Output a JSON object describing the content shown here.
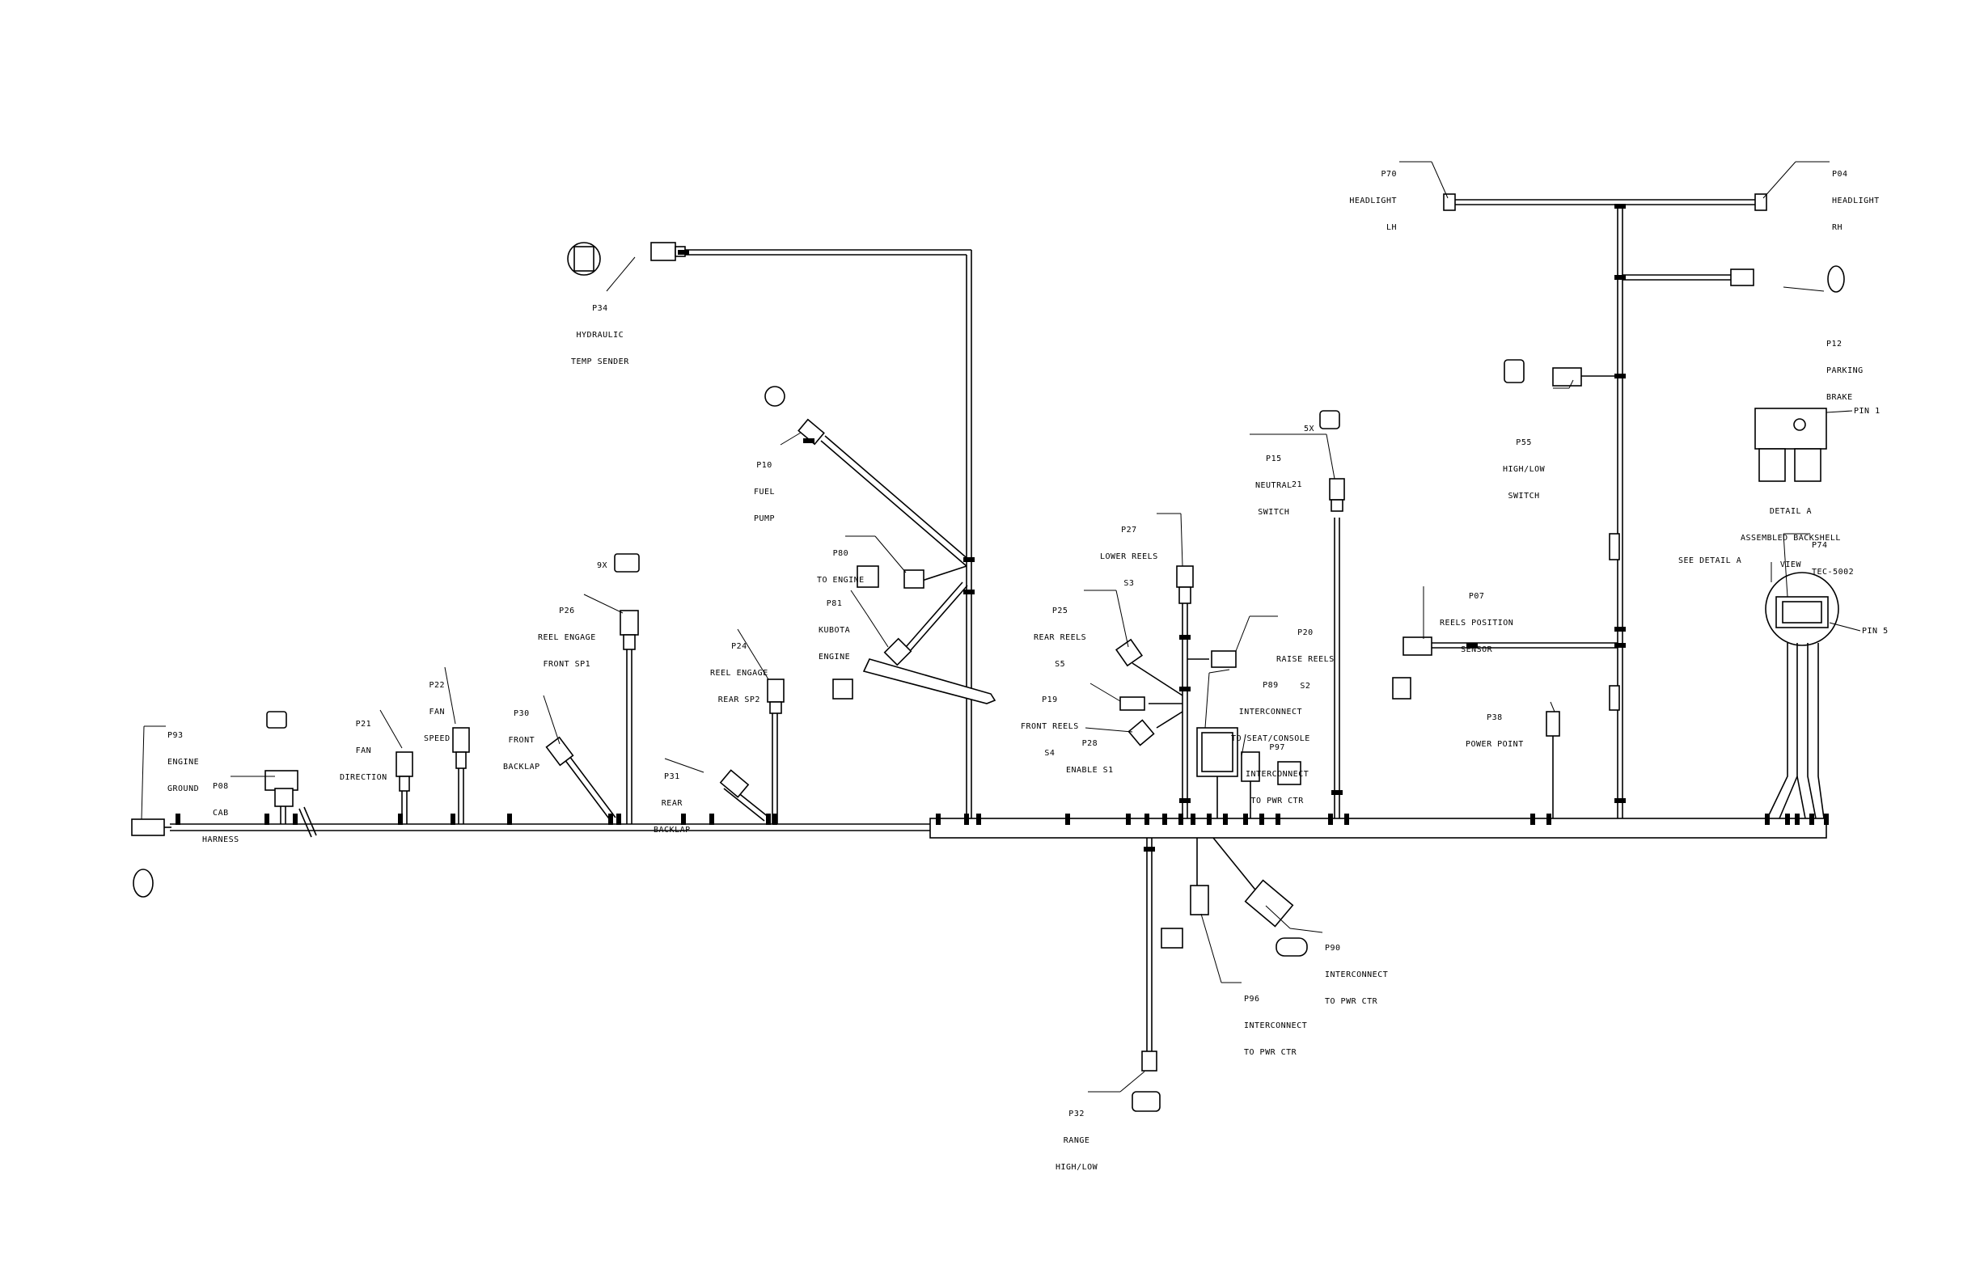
{
  "connectors": {
    "p93": {
      "ref": "P93",
      "l1": "ENGINE",
      "l2": "GROUND"
    },
    "p08": {
      "ref": "P08",
      "l1": "CAB",
      "l2": "HARNESS"
    },
    "p21": {
      "ref": "P21",
      "l1": "FAN",
      "l2": "DIRECTION"
    },
    "p22": {
      "ref": "P22",
      "l1": "FAN",
      "l2": "SPEED"
    },
    "p30": {
      "ref": "P30",
      "l1": "FRONT",
      "l2": "BACKLAP"
    },
    "p26": {
      "ref": "P26",
      "l1": "REEL ENGAGE",
      "l2": "FRONT SP1"
    },
    "p31": {
      "ref": "P31",
      "l1": "REAR",
      "l2": "BACKLAP"
    },
    "p24": {
      "ref": "P24",
      "l1": "REEL ENGAGE",
      "l2": "REAR SP2"
    },
    "p34": {
      "ref": "P34",
      "l1": "HYDRAULIC",
      "l2": "TEMP SENDER"
    },
    "p10": {
      "ref": "P10",
      "l1": "FUEL",
      "l2": "PUMP"
    },
    "p80": {
      "ref": "P80",
      "l1": "TO ENGINE"
    },
    "p81": {
      "ref": "P81",
      "l1": "KUBOTA",
      "l2": "ENGINE"
    },
    "p27": {
      "ref": "P27",
      "l1": "LOWER REELS",
      "l2": "S3"
    },
    "p25": {
      "ref": "P25",
      "l1": "REAR REELS",
      "l2": "S5"
    },
    "p19": {
      "ref": "P19",
      "l1": "FRONT REELS",
      "l2": "S4"
    },
    "p28": {
      "ref": "P28",
      "l1": "ENABLE S1"
    },
    "p20": {
      "ref": "P20",
      "l1": "RAISE REELS",
      "l2": "S2"
    },
    "p89": {
      "ref": "P89",
      "l1": "INTERCONNECT",
      "l2": "TO SEAT/CONSOLE"
    },
    "p97": {
      "ref": "P97",
      "l1": "INTERCONNECT",
      "l2": "TO PWR CTR"
    },
    "p15": {
      "ref": "P15",
      "l1": "NEUTRAL",
      "l2": "SWITCH"
    },
    "p07": {
      "ref": "P07",
      "l1": "REELS POSITION",
      "l2": "SENSOR"
    },
    "p38": {
      "ref": "P38",
      "l1": "POWER POINT"
    },
    "p55": {
      "ref": "P55",
      "l1": "HIGH/LOW",
      "l2": "SWITCH"
    },
    "p70": {
      "ref": "P70",
      "l1": "HEADLIGHT",
      "l2": "LH"
    },
    "p04": {
      "ref": "P04",
      "l1": "HEADLIGHT",
      "l2": "RH"
    },
    "p12": {
      "ref": "P12",
      "l1": "PARKING",
      "l2": "BRAKE"
    },
    "p74": {
      "ref": "P74",
      "l1": "TEC-5002"
    },
    "p90": {
      "ref": "P90",
      "l1": "INTERCONNECT",
      "l2": "TO PWR CTR"
    },
    "p96": {
      "ref": "P96",
      "l1": "INTERCONNECT",
      "l2": "TO PWR CTR"
    },
    "p32": {
      "ref": "P32",
      "l1": "RANGE",
      "l2": "HIGH/LOW"
    }
  },
  "detail": {
    "title": "DETAIL A",
    "line2": "ASSEMBLED BACKSHELL",
    "line3": "VIEW",
    "pin1": "PIN 1",
    "pin5": "PIN 5",
    "see_detail": "SEE DETAIL A"
  },
  "marks": {
    "x9": "9X",
    "x5": "5X",
    "n21": "21"
  }
}
